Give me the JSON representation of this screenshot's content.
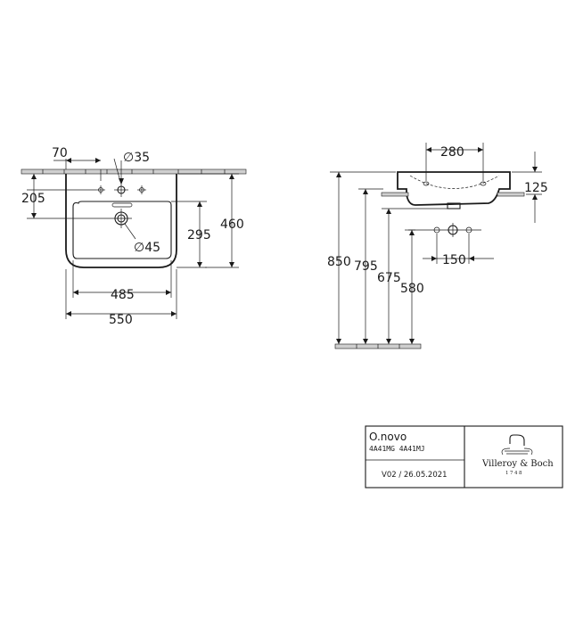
{
  "front_view": {
    "dims": {
      "offset_70": "70",
      "tap_hole": "∅35",
      "height_205": "205",
      "drain": "∅45",
      "depth_295": "295",
      "height_460": "460",
      "inner_485": "485",
      "width_550": "550"
    }
  },
  "side_view": {
    "dims": {
      "width_280": "280",
      "height_125": "125",
      "h_850": "850",
      "h_795": "795",
      "h_675": "675",
      "h_580": "580",
      "spacing_150": "150"
    }
  },
  "title_block": {
    "product": "O.novo",
    "codes": "4A41MG  4A41MJ",
    "version": "V02 / 26.05.2021",
    "brand": "Villeroy & Boch",
    "year": "1748"
  }
}
